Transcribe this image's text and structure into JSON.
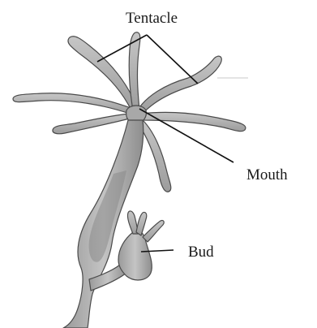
{
  "labels": {
    "tentacle": "Tentacle",
    "mouth": "Mouth",
    "bud": "Bud"
  },
  "colors": {
    "body_fill": "#b4b4b4",
    "body_shade": "#8c8c8c",
    "outline": "#4a4a4a",
    "leader_line": "#111111"
  }
}
